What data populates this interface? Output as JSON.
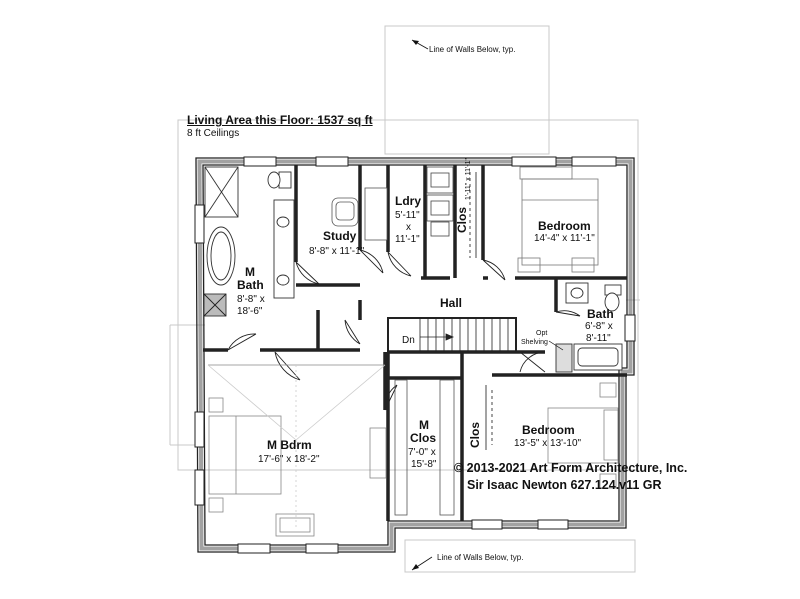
{
  "header": {
    "title": "Living Area this Floor: 1537 sq ft",
    "ceilings": "8 ft Ceilings"
  },
  "notes": {
    "walls_below_top": "Line of Walls Below, typ.",
    "walls_below_bottom": "Line of Walls Below, typ.",
    "opt_shelving_1": "Opt",
    "opt_shelving_2": "Shelving",
    "stairs_down": "Dn"
  },
  "rooms": {
    "study": {
      "name": "Study",
      "dims": "8'-8\" x 11'-1\""
    },
    "laundry": {
      "name": "Ldry",
      "dims_1": "5'-11\"",
      "dims_2": "x",
      "dims_3": "11'-1\""
    },
    "closet_top": {
      "name": "Clos",
      "dims": "1'-11\" x 11'-1\""
    },
    "bedroom_top": {
      "name": "Bedroom",
      "dims": "14'-4\" x 11'-1\""
    },
    "master_bath": {
      "name_1": "M",
      "name_2": "Bath",
      "dims_1": "8'-8\" x",
      "dims_2": "18'-6\""
    },
    "hall": {
      "name": "Hall"
    },
    "bath": {
      "name": "Bath",
      "dims_1": "6'-8\" x",
      "dims_2": "8'-11\""
    },
    "master_bedroom": {
      "name": "M Bdrm",
      "dims": "17'-6\" x 18'-2\""
    },
    "master_closet": {
      "name_1": "M",
      "name_2": "Clos",
      "dims_1": "7'-0\" x",
      "dims_2": "15'-8\""
    },
    "closet_right": {
      "name": "Clos"
    },
    "bedroom_right": {
      "name": "Bedroom",
      "dims": "13'-5\" x 13'-10\""
    }
  },
  "copyright": {
    "line1": "© 2013-2021 Art Form Architecture, Inc.",
    "line2": "Sir Isaac Newton 627.124.v11 GR"
  }
}
